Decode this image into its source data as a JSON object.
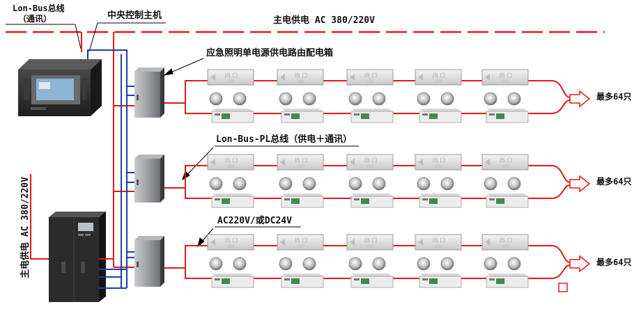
{
  "labels": {
    "lonbus_line1": "Lon-Bus总线",
    "lonbus_line2": "（通讯）",
    "central_host": "中央控制主机",
    "main_power_top": "主电供电 AC 380/220V",
    "distribution_box": "应急照明单电源供电路由配电箱",
    "lonbus_pl": "Lon-Bus-PL总线（供电＋通讯）",
    "voltage": "AC220V/或DC24V",
    "main_power_side": "主电供电 AC 380/220V",
    "max_64_row1": "最多64只",
    "max_64_row2": "最多64只",
    "max_64_row3": "最多64只"
  },
  "exit_sign_text": "出 口",
  "exit_sign_sub": "EXIT",
  "rows": 3,
  "units_per_row": 5,
  "colors": {
    "power_line": "#e0191b",
    "bus_line": "#1d3fa0",
    "device_dark": "#2e2e2e",
    "panel_grey": "#8f9096"
  }
}
